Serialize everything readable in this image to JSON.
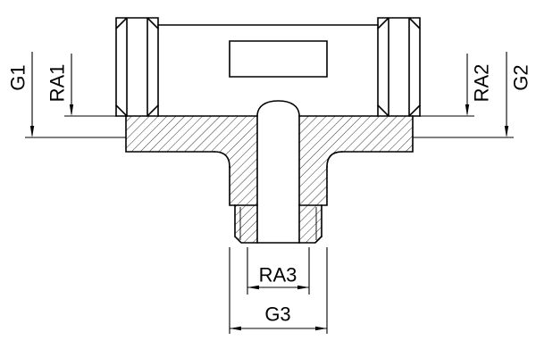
{
  "drawing": {
    "type": "technical-section-drawing",
    "part": "tee-pipe-fitting-cross-section",
    "labels": {
      "g1": "G1",
      "ra1": "RA1",
      "ra2": "RA2",
      "g2": "G2",
      "ra3": "RA3",
      "g3": "G3"
    },
    "colors": {
      "line": "#000000",
      "background": "#ffffff"
    }
  }
}
